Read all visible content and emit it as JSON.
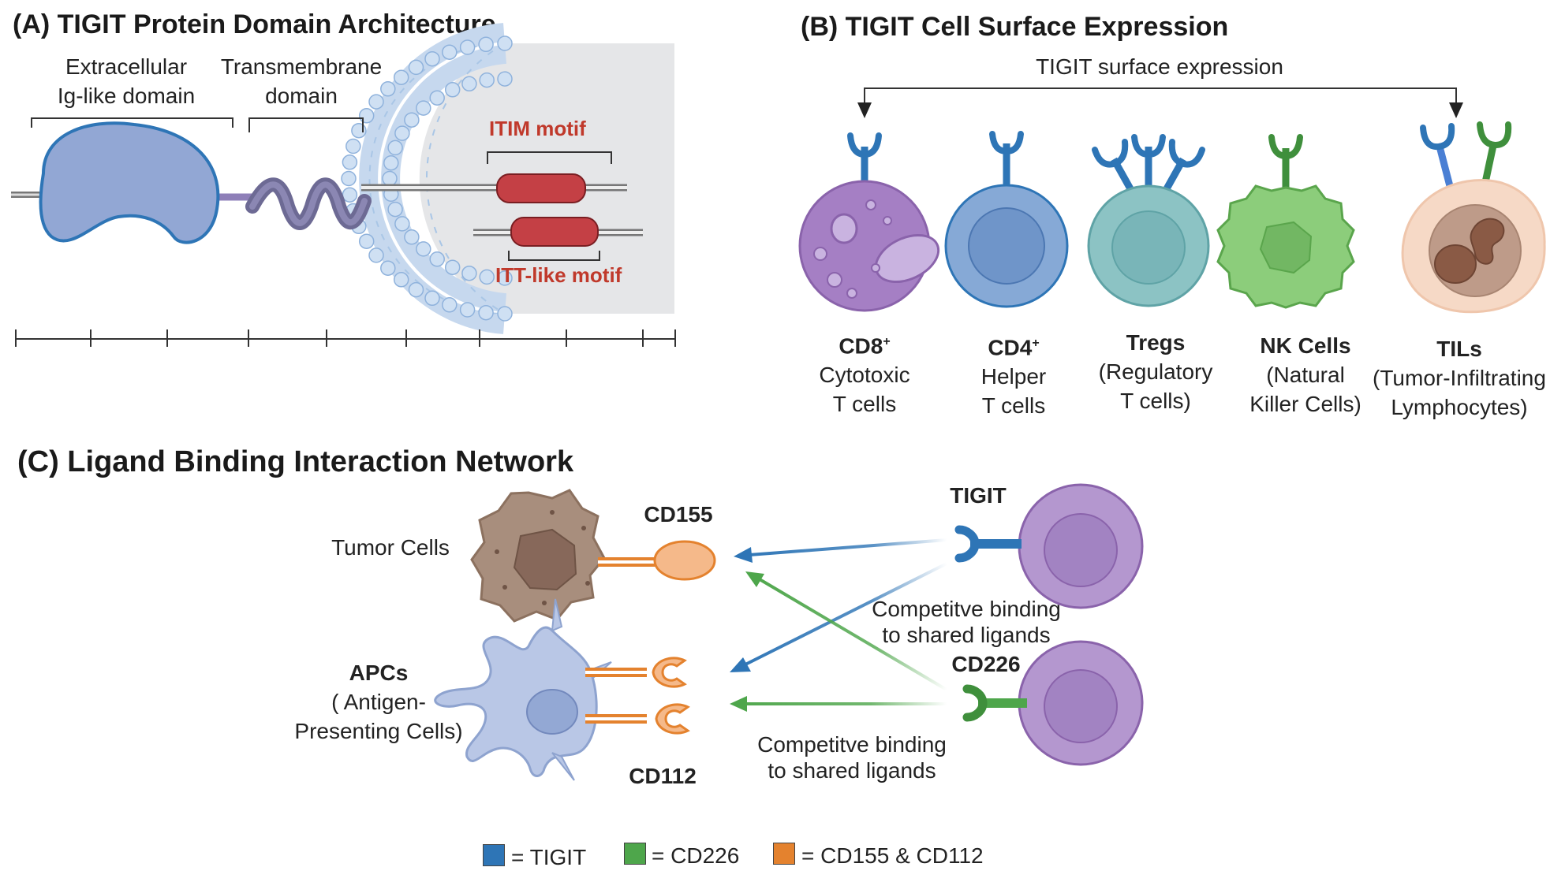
{
  "colors": {
    "tigit": "#2e75b6",
    "cd226": "#4ea64b",
    "ligand": "#e4822e",
    "motif": "#c44045",
    "membrane": "#a9c6e6",
    "cd8": "#a57fc4",
    "cd4": "#86a9d6",
    "treg": "#8cc3c4",
    "nk": "#8ccd7b",
    "til": "#f3c9ae",
    "tcell": "#b497cf",
    "tumor": "#a88e7d",
    "apc": "#b9c7e6"
  },
  "panelA": {
    "title": "(A) TIGIT Protein Domain Architecture",
    "extracellular_line1": "Extracellular",
    "extracellular_line2": "Ig-like domain",
    "transmembrane_line1": "Transmembrane",
    "transmembrane_line2": "domain",
    "itim": "ITIM motif",
    "itt": "ITT-like motif"
  },
  "panelB": {
    "title": "(B) TIGIT Cell Surface Expression",
    "expression_label": "TIGIT surface expression",
    "cells": [
      {
        "name": "CD8",
        "sup": "+",
        "line2": "Cytotoxic",
        "line3": "T cells",
        "icon": "cd8-cell-icon"
      },
      {
        "name": "CD4",
        "sup": "+",
        "line2": "Helper",
        "line3": "T cells",
        "icon": "cd4-cell-icon"
      },
      {
        "name": "Tregs",
        "sup": "",
        "line2": "(Regulatory",
        "line3": "T cells)",
        "icon": "treg-cell-icon"
      },
      {
        "name": "NK Cells",
        "sup": "",
        "line2": "(Natural",
        "line3": "Killer Cells)",
        "icon": "nk-cell-icon"
      },
      {
        "name": "TILs",
        "sup": "",
        "line2": "(Tumor-Infiltrating",
        "line3": "Lymphocytes)",
        "icon": "til-cell-icon"
      }
    ]
  },
  "panelC": {
    "title": "(C) Ligand Binding Interaction Network",
    "tumor_cells": "Tumor Cells",
    "apcs": "APCs",
    "apcs_line2": "( Antigen-",
    "apcs_line3": "Presenting Cells)",
    "cd155": "CD155",
    "cd112": "CD112",
    "tigit": "TIGIT",
    "cd226": "CD226",
    "competitive1_line1": "Competitve binding",
    "competitive1_line2": "to shared ligands",
    "competitive2_line1": "Competitve binding",
    "competitive2_line2": "to shared ligands"
  },
  "legend": [
    {
      "label": "= TIGIT",
      "color": "#2e75b6"
    },
    {
      "label": "= CD226",
      "color": "#4ea64b"
    },
    {
      "label": "= CD155 & CD112",
      "color": "#e4822e"
    }
  ]
}
